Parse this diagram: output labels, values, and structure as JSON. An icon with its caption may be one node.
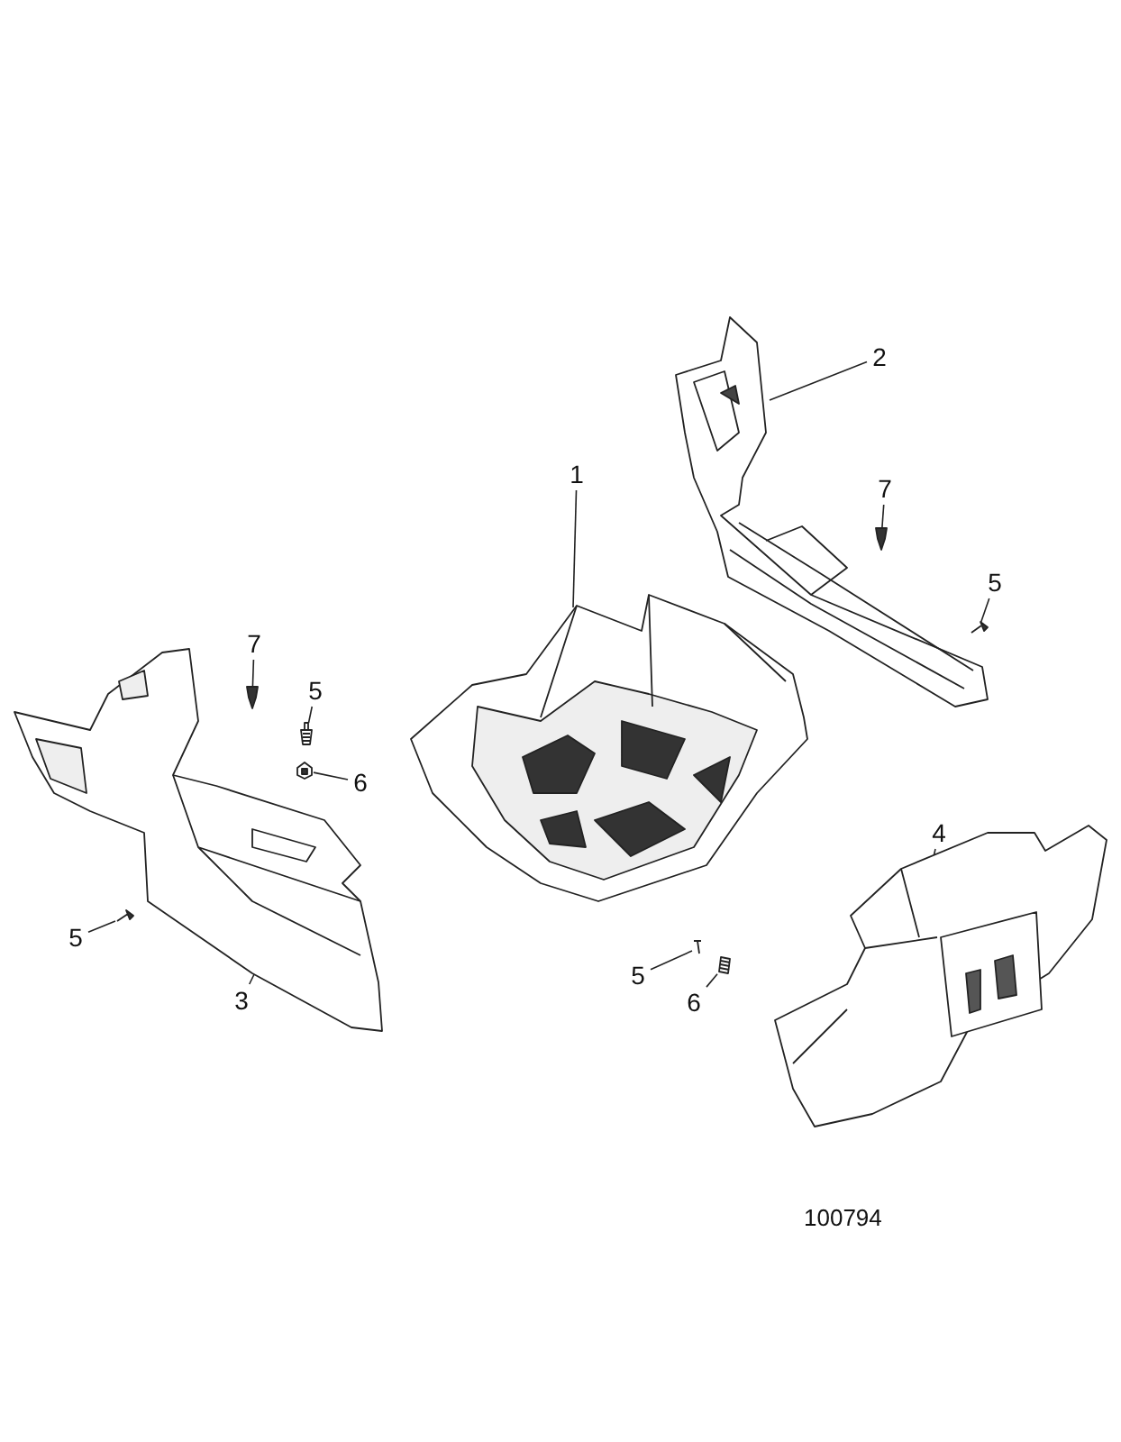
{
  "diagram": {
    "nodes": [
      {
        "text": [
          "2"
        ]
      },
      {
        "text": [],
        "shape": "picture"
      },
      {
        "text": [
          "7"
        ]
      },
      {
        "text": [],
        "shape": "picture"
      },
      {
        "text": [
          "5"
        ]
      },
      {
        "text": [],
        "shape": "picture"
      },
      {
        "text": [
          "1"
        ]
      },
      {
        "text": [],
        "shape": "picture"
      },
      {
        "text": [
          "7"
        ]
      },
      {
        "text": [],
        "shape": "picture"
      },
      {
        "text": [
          "5"
        ]
      },
      {
        "text": [],
        "shape": "picture"
      },
      {
        "text": [
          "6"
        ]
      },
      {
        "text": [],
        "shape": "picture"
      },
      {
        "text": [
          "4"
        ]
      },
      {
        "text": [],
        "shape": "picture"
      },
      {
        "text": [
          "5"
        ]
      },
      {
        "text": [],
        "shape": "picture"
      },
      {
        "text": [
          "3"
        ]
      },
      {
        "text": [],
        "shape": "picture"
      },
      {
        "text": [
          "5"
        ]
      },
      {
        "text": [],
        "shape": "picture"
      },
      {
        "text": [
          "6"
        ]
      },
      {
        "text": [],
        "shape": "picture"
      }
    ],
    "edges": [
      {
        "from": 0,
        "to": 1,
        "arrow": "none"
      },
      {
        "from": 2,
        "to": 3,
        "arrow": "none"
      },
      {
        "from": 4,
        "to": 5,
        "arrow": "none"
      },
      {
        "from": 6,
        "to": 7,
        "arrow": "none"
      },
      {
        "from": 8,
        "to": 9,
        "arrow": "none"
      },
      {
        "from": 10,
        "to": 11,
        "arrow": "none"
      },
      {
        "from": 12,
        "to": 13,
        "arrow": "none"
      },
      {
        "from": 14,
        "to": 15,
        "arrow": "none"
      },
      {
        "from": 16,
        "to": 17,
        "arrow": "none"
      },
      {
        "from": 18,
        "to": 19,
        "arrow": "none"
      },
      {
        "from": 20,
        "to": 21,
        "arrow": "none"
      },
      {
        "from": 22,
        "to": 23,
        "arrow": "none"
      }
    ],
    "labels": [
      "100794"
    ]
  }
}
